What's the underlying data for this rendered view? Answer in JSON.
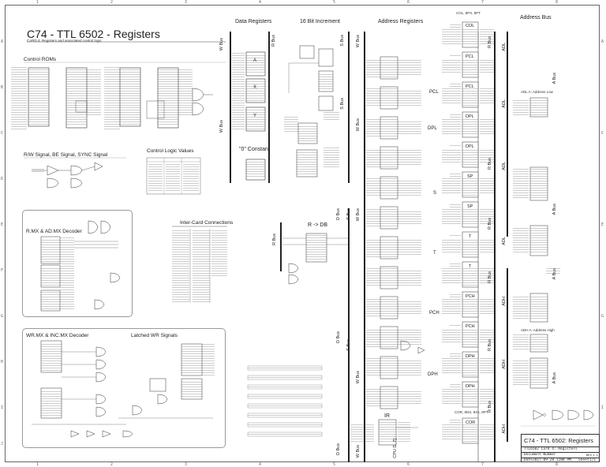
{
  "sheet": {
    "title": "C74 - TTL 6502 - Registers",
    "subtitle": "CARD 4: Registers and associated control logic",
    "rulers_top": [
      "1",
      "2",
      "3",
      "4",
      "5",
      "6",
      "7",
      "8"
    ],
    "rulers_side": [
      "A",
      "B",
      "C",
      "D",
      "E",
      "F",
      "G",
      "H",
      "I",
      "J"
    ]
  },
  "sections": {
    "control_roms": "Control ROMs",
    "rw_signal": "R/W Signal, BE Signal, SYNC Signal",
    "control_logic": "Control Logic Values",
    "rmx_adx": "R.MX & AD.MX Decoder",
    "wrmx": "WR.MX & INC.MX Decoder",
    "latched_wr": "Latched WR Signals",
    "inter_card": "Inter-Card Connections",
    "data_registers": "Data Registers",
    "inc16": "16 Bit Increment",
    "zero_constant": "\"0\" Constant",
    "r_db": "R -> DB",
    "address_registers": "Address Registers",
    "address_bus": "Address Bus",
    "ir": "IR"
  },
  "buses": {
    "w_bus": "W Bus",
    "r_bus": "R Bus",
    "s_bus": "S Bus",
    "d_bus": "D Bus",
    "adl": "ADL",
    "adh": "ADH",
    "a_bus": "A Bus",
    "cpu": "CPU D..7]"
  },
  "register_labels": {
    "a": "A",
    "x": "X",
    "y": "Y",
    "pcl": "PCL",
    "dpl": "DPL",
    "s": "S",
    "t": "T",
    "pch": "PCH",
    "dph": "DPH"
  },
  "chip_labels": {
    "col": "COL",
    "pcl": "PCL",
    "dpl": "DPL",
    "sp": "SP",
    "t": "T",
    "pch": "PCH",
    "dph": "DPH",
    "cor": "COR"
  },
  "title_block": {
    "name": "C74 - TTL 6502: Registers",
    "row2": "TTL6502 Card 4: Registers",
    "doc_label": "Document Number",
    "rev_label": "REV",
    "rev": "1.1",
    "date_label": "Date",
    "date": "2017-09-28 1100 PM",
    "sheet_label": "Sheet",
    "sheet": "1/1"
  },
  "small_notes": {
    "col_note": "COL, 8PX, 8PT",
    "cor_note": "COR, 8NX, 8X1, 8PT",
    "adl_note": "ADL A: Address Low",
    "adh_note": "ADH A: Address High"
  }
}
